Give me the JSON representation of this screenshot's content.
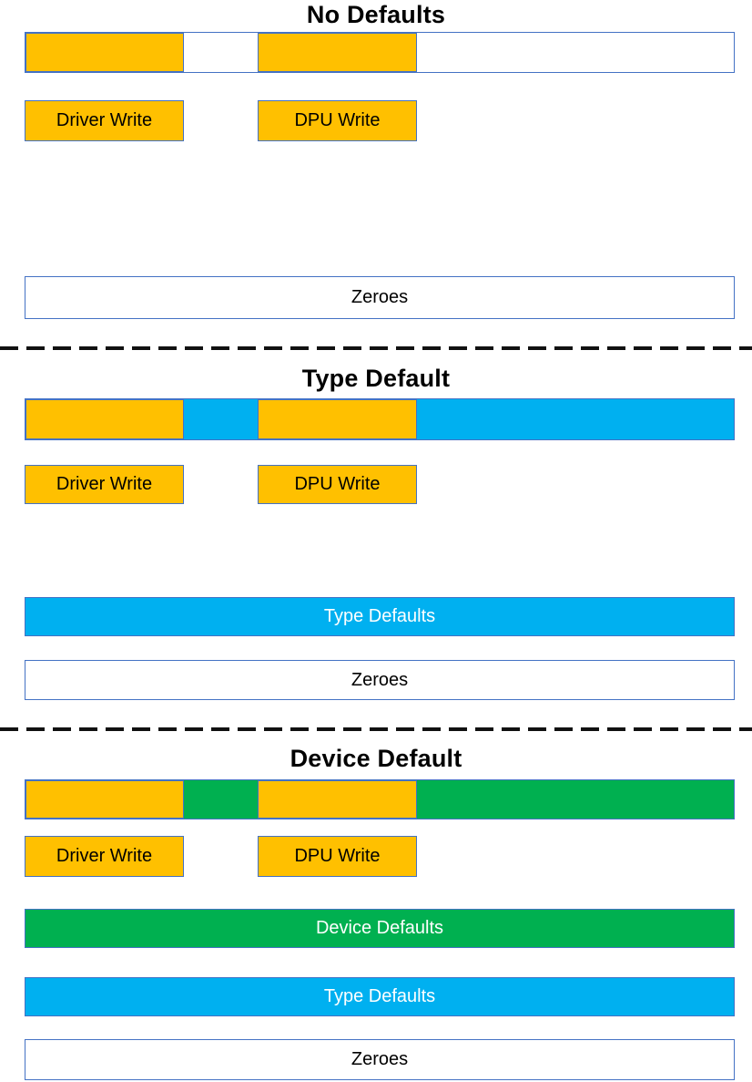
{
  "colors": {
    "write_yellow": "#FFC000",
    "type_blue": "#00B0F0",
    "device_green": "#00B050",
    "shape_border": "#4472C4",
    "divider_black": "#111111",
    "background_white": "#FFFFFF"
  },
  "sections": [
    {
      "title": "No Defaults",
      "memory_bar": {
        "segments": [
          {
            "name": "driver-write-region",
            "color": "#FFC000"
          },
          {
            "name": "unwritten-region",
            "color": "#FFFFFF"
          },
          {
            "name": "dpu-write-region",
            "color": "#FFC000"
          },
          {
            "name": "unwritten-region",
            "color": "#FFFFFF"
          }
        ]
      },
      "write_labels": [
        {
          "label": "Driver Write"
        },
        {
          "label": "DPU Write"
        }
      ],
      "layers": [
        {
          "label": "Zeroes",
          "color": "#FFFFFF"
        }
      ]
    },
    {
      "title": "Type Default",
      "memory_bar": {
        "segments": [
          {
            "name": "driver-write-region",
            "color": "#FFC000"
          },
          {
            "name": "type-default-region",
            "color": "#00B0F0"
          },
          {
            "name": "dpu-write-region",
            "color": "#FFC000"
          },
          {
            "name": "type-default-region",
            "color": "#00B0F0"
          }
        ]
      },
      "write_labels": [
        {
          "label": "Driver Write"
        },
        {
          "label": "DPU Write"
        }
      ],
      "layers": [
        {
          "label": "Type Defaults",
          "color": "#00B0F0"
        },
        {
          "label": "Zeroes",
          "color": "#FFFFFF"
        }
      ]
    },
    {
      "title": "Device Default",
      "memory_bar": {
        "segments": [
          {
            "name": "driver-write-region",
            "color": "#FFC000"
          },
          {
            "name": "device-default-region",
            "color": "#00B050"
          },
          {
            "name": "dpu-write-region",
            "color": "#FFC000"
          },
          {
            "name": "device-default-region",
            "color": "#00B050"
          }
        ]
      },
      "write_labels": [
        {
          "label": "Driver Write"
        },
        {
          "label": "DPU Write"
        }
      ],
      "layers": [
        {
          "label": "Device Defaults",
          "color": "#00B050"
        },
        {
          "label": "Type Defaults",
          "color": "#00B0F0"
        },
        {
          "label": "Zeroes",
          "color": "#FFFFFF"
        }
      ]
    }
  ]
}
